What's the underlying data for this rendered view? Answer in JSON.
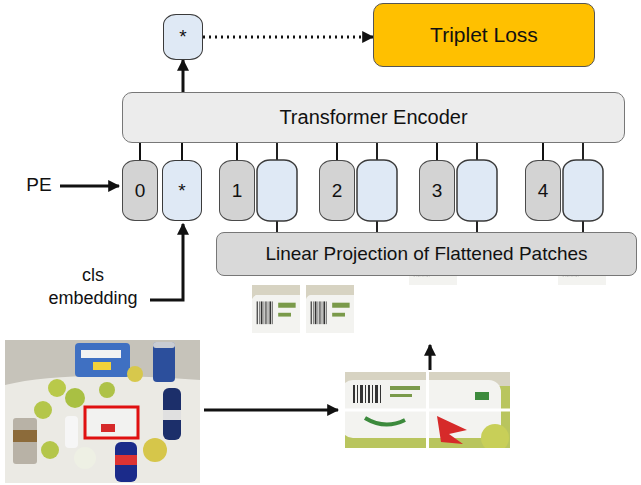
{
  "diagram": {
    "nodes": [
      {
        "text": [
          "*"
        ]
      },
      {
        "text": [
          "Triplet Loss"
        ]
      },
      {
        "text": [
          "Transformer Encoder"
        ]
      },
      {
        "text": [
          "0"
        ]
      },
      {
        "text": [
          "*"
        ]
      },
      {
        "text": [
          "1"
        ]
      },
      {
        "text": [
          "2"
        ]
      },
      {
        "text": [
          "3"
        ]
      },
      {
        "text": [
          "4"
        ]
      },
      {
        "text": [
          "Linear Projection of Flattened Patches"
        ]
      }
    ],
    "edges": [
      {
        "from": 2,
        "to": 0,
        "arrow": "to"
      },
      {
        "from": 0,
        "to": 1,
        "arrow": "to"
      },
      {
        "from": 3,
        "to": 2,
        "arrow": "none"
      },
      {
        "from": 4,
        "to": 2,
        "arrow": "none"
      },
      {
        "from": 5,
        "to": 2,
        "arrow": "none"
      },
      {
        "from": 6,
        "to": 2,
        "arrow": "none"
      },
      {
        "from": 7,
        "to": 2,
        "arrow": "none"
      },
      {
        "from": 8,
        "to": 2,
        "arrow": "none"
      }
    ],
    "labels": [
      "PE",
      "cls embedding"
    ]
  }
}
